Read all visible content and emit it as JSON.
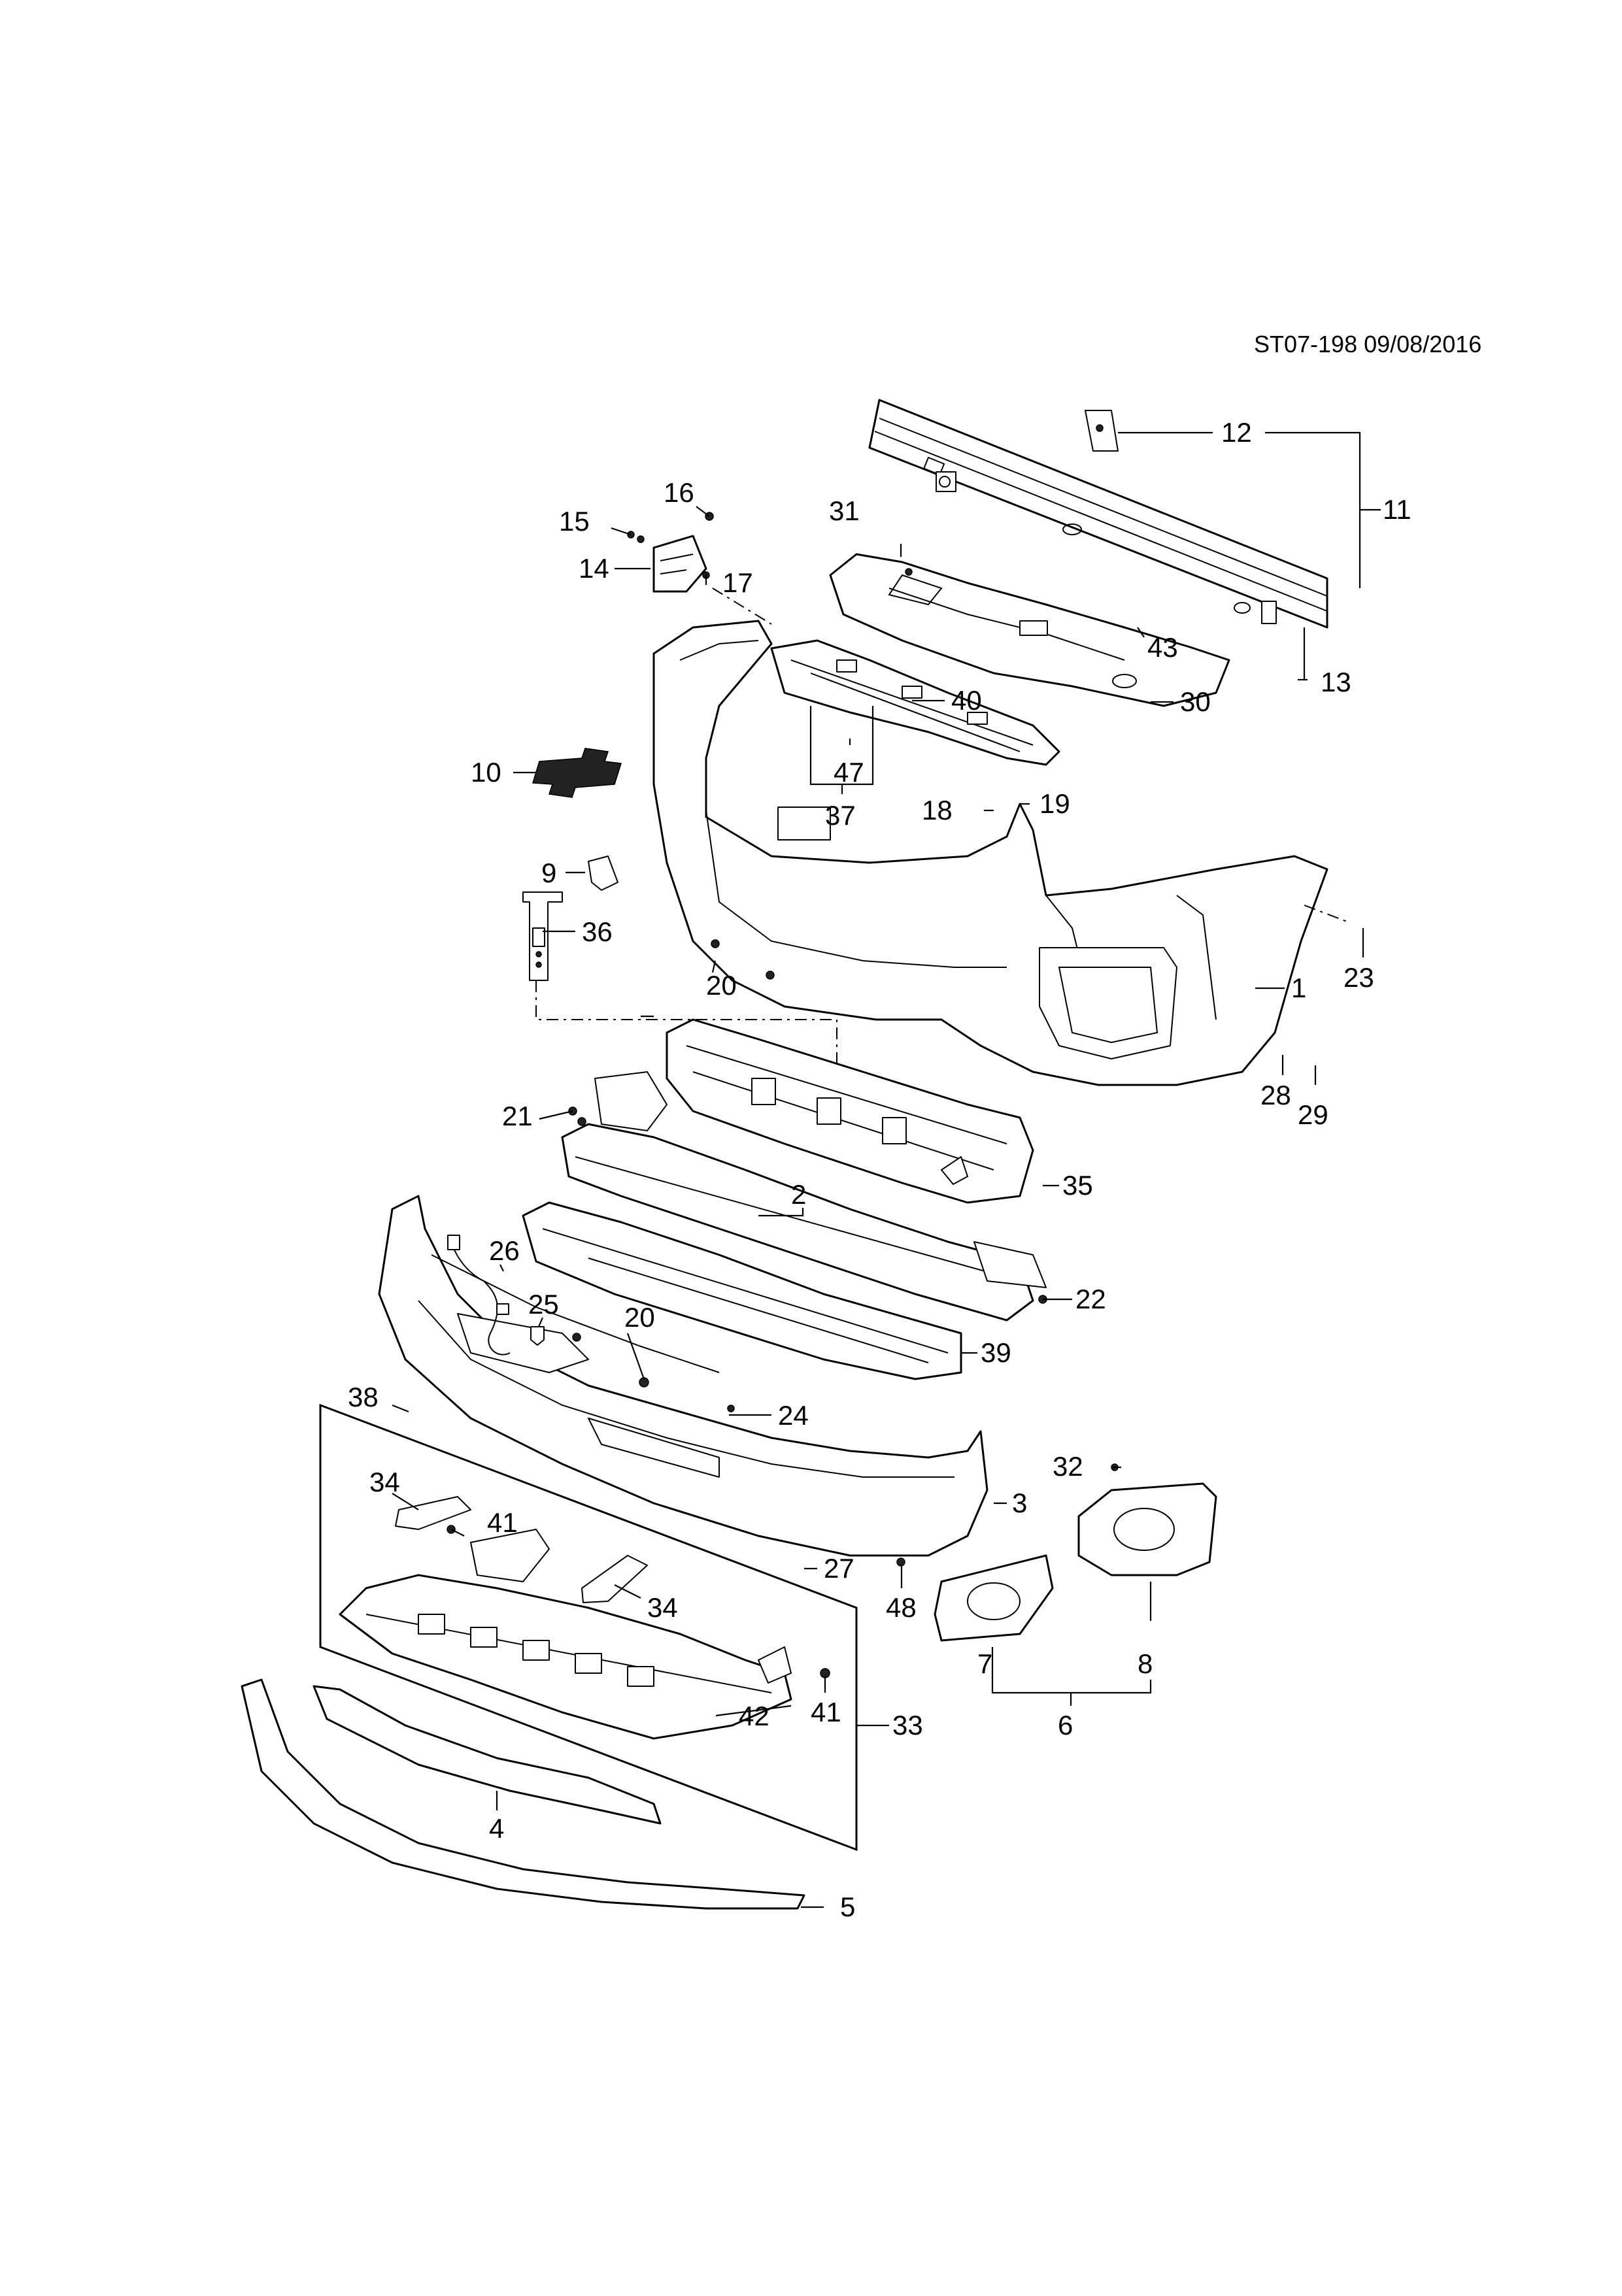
{
  "diagram": {
    "reference_code": "ST07-198 09/08/2016",
    "callouts": [
      {
        "id": "c1",
        "label": "1"
      },
      {
        "id": "c2",
        "label": "2"
      },
      {
        "id": "c3",
        "label": "3"
      },
      {
        "id": "c4",
        "label": "4"
      },
      {
        "id": "c5",
        "label": "5"
      },
      {
        "id": "c6",
        "label": "6"
      },
      {
        "id": "c7",
        "label": "7"
      },
      {
        "id": "c8",
        "label": "8"
      },
      {
        "id": "c9",
        "label": "9"
      },
      {
        "id": "c10",
        "label": "10"
      },
      {
        "id": "c11",
        "label": "11"
      },
      {
        "id": "c12",
        "label": "12"
      },
      {
        "id": "c13",
        "label": "13"
      },
      {
        "id": "c14",
        "label": "14"
      },
      {
        "id": "c15",
        "label": "15"
      },
      {
        "id": "c16",
        "label": "16"
      },
      {
        "id": "c17",
        "label": "17"
      },
      {
        "id": "c18",
        "label": "18"
      },
      {
        "id": "c19",
        "label": "19"
      },
      {
        "id": "c20a",
        "label": "20"
      },
      {
        "id": "c20b",
        "label": "20"
      },
      {
        "id": "c21",
        "label": "21"
      },
      {
        "id": "c22",
        "label": "22"
      },
      {
        "id": "c23",
        "label": "23"
      },
      {
        "id": "c24",
        "label": "24"
      },
      {
        "id": "c25",
        "label": "25"
      },
      {
        "id": "c26",
        "label": "26"
      },
      {
        "id": "c27",
        "label": "27"
      },
      {
        "id": "c28",
        "label": "28"
      },
      {
        "id": "c29",
        "label": "29"
      },
      {
        "id": "c30",
        "label": "30"
      },
      {
        "id": "c31",
        "label": "31"
      },
      {
        "id": "c32",
        "label": "32"
      },
      {
        "id": "c33",
        "label": "33"
      },
      {
        "id": "c34a",
        "label": "34"
      },
      {
        "id": "c34b",
        "label": "34"
      },
      {
        "id": "c35",
        "label": "35"
      },
      {
        "id": "c36",
        "label": "36"
      },
      {
        "id": "c37",
        "label": "37"
      },
      {
        "id": "c38",
        "label": "38"
      },
      {
        "id": "c39",
        "label": "39"
      },
      {
        "id": "c40",
        "label": "40"
      },
      {
        "id": "c41a",
        "label": "41"
      },
      {
        "id": "c41b",
        "label": "41"
      },
      {
        "id": "c42",
        "label": "42"
      },
      {
        "id": "c43",
        "label": "43"
      },
      {
        "id": "c47",
        "label": "47"
      },
      {
        "id": "c48",
        "label": "48"
      }
    ]
  }
}
